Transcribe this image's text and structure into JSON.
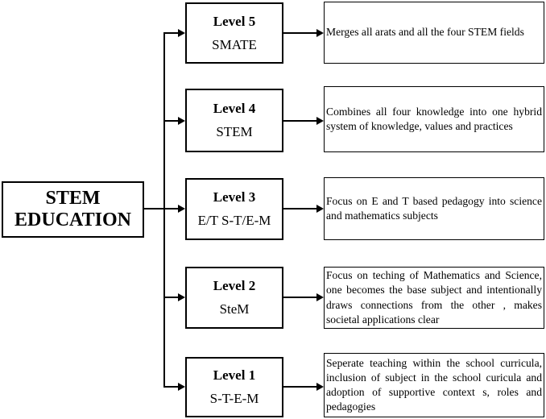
{
  "diagram_title": "STEM EDUCATION levels diagram",
  "root": {
    "title_line1": "STEM",
    "title_line2": "EDUCATION"
  },
  "levels": [
    {
      "name": "Level 5",
      "code": "SMATE",
      "description": "Merges all  arats and all the four STEM fields"
    },
    {
      "name": "Level 4",
      "code": "STEM",
      "description": "Combines all four knowledge into one hybrid system of knowledge, values and practices"
    },
    {
      "name": "Level 3",
      "code": "E/T S-T/E-M",
      "description": "Focus on E and T based pedagogy into science and mathematics subjects"
    },
    {
      "name": "Level 2",
      "code": "SteM",
      "description": "Focus on teching of Mathematics and Science, one becomes the base subject  and intentionally draws connections  from the other , makes societal applications clear"
    },
    {
      "name": "Level 1",
      "code": "S-T-E-M",
      "description": "Seperate teaching  within the school curricula, inclusion of subject in the school curicula and adoption of supportive context s, roles and pedagogies"
    }
  ],
  "colors": {
    "line": "#000000",
    "border": "#000000",
    "background": "#ffffff",
    "text": "#000000"
  }
}
